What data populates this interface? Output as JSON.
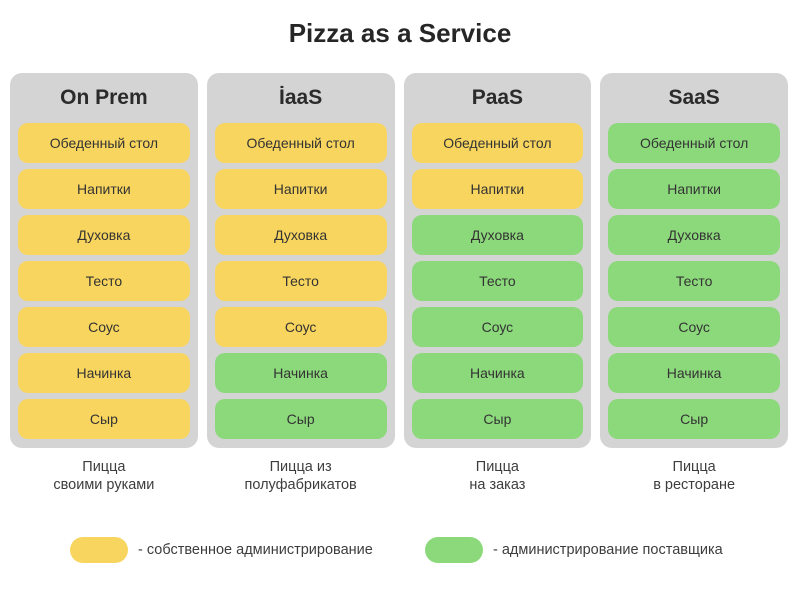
{
  "title": "Pizza as a Service",
  "colors": {
    "own": "#f8d55e",
    "vendor": "#8cd97c",
    "column_bg": "#d4d4d4",
    "text": "#333333"
  },
  "rows": [
    "Обеденный стол",
    "Напитки",
    "Духовка",
    "Тесто",
    "Соус",
    "Начинка",
    "Сыр"
  ],
  "columns": [
    {
      "key": "on-prem",
      "header": "On Prem",
      "cells": [
        "own",
        "own",
        "own",
        "own",
        "own",
        "own",
        "own"
      ],
      "caption": "Пицца\nсвоими  руками"
    },
    {
      "key": "iaas",
      "header": "İaaS",
      "cells": [
        "own",
        "own",
        "own",
        "own",
        "own",
        "vendor",
        "vendor"
      ],
      "caption": "Пицца из\nполуфабрикатов"
    },
    {
      "key": "paas",
      "header": "PaaS",
      "cells": [
        "own",
        "own",
        "vendor",
        "vendor",
        "vendor",
        "vendor",
        "vendor"
      ],
      "caption": "Пицца\nна заказ"
    },
    {
      "key": "saas",
      "header": "SaaS",
      "cells": [
        "vendor",
        "vendor",
        "vendor",
        "vendor",
        "vendor",
        "vendor",
        "vendor"
      ],
      "caption": "Пицца\nв ресторане"
    }
  ],
  "legend": [
    {
      "type": "own",
      "label": "- собственное администрирование"
    },
    {
      "type": "vendor",
      "label": "-  администрирование поставщика"
    }
  ]
}
